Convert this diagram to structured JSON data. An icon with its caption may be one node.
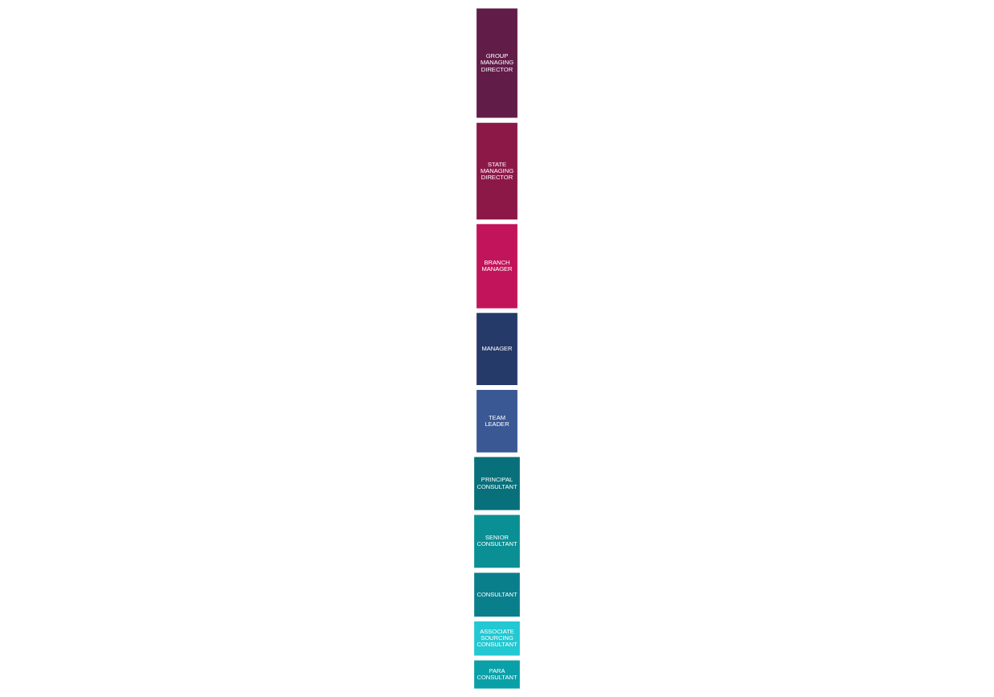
{
  "diagram": {
    "nodes": [
      {
        "text": [
          "PARA CONSULTANT"
        ]
      },
      {
        "text": [
          "ASSOCIATE SOURCING CONSULTANT"
        ]
      },
      {
        "text": [
          "CONSULTANT"
        ]
      },
      {
        "text": [
          "SENIOR CONSULTANT"
        ]
      },
      {
        "text": [
          "PRINCIPAL CONSULTANT"
        ]
      },
      {
        "text": [
          "TEAM LEADER"
        ]
      },
      {
        "text": [
          "MANAGER"
        ]
      },
      {
        "text": [
          "BRANCH MANAGER"
        ]
      },
      {
        "text": [
          "STATE MANAGING DIRECTOR"
        ]
      },
      {
        "text": [
          "GROUP MANAGING DIRECTOR"
        ]
      }
    ],
    "edges": []
  }
}
